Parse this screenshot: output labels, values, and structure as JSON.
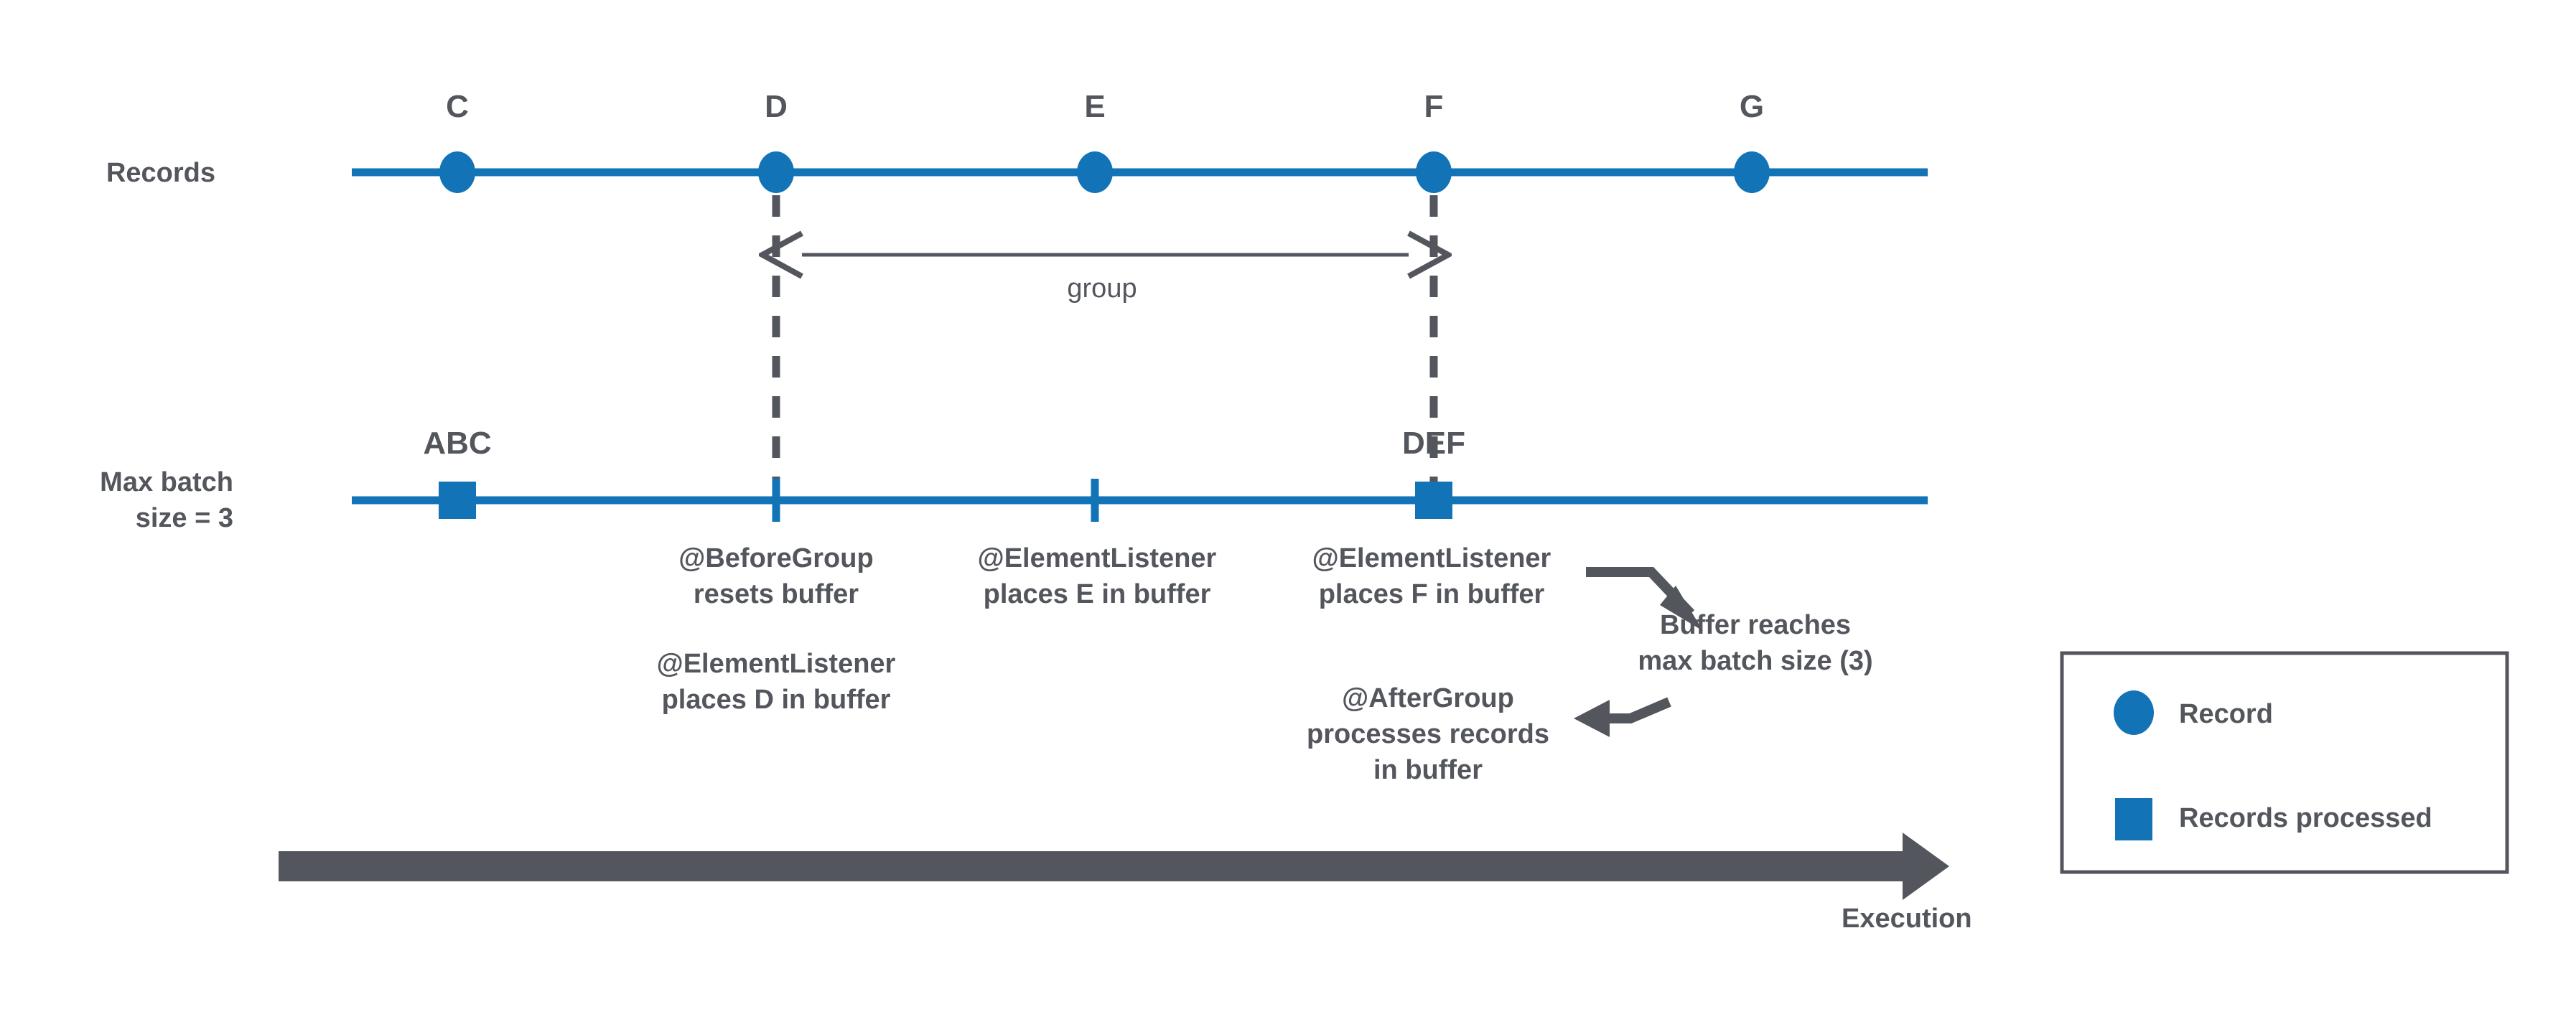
{
  "diagram": {
    "title": "Spring Batch grouping with max batch size",
    "accent_blue": "#1274b6",
    "gray": "#53565c",
    "rows": [
      {
        "id": "records",
        "label": "Records",
        "markers": [
          {
            "id": "c",
            "label": "C",
            "type": "circle"
          },
          {
            "id": "d",
            "label": "D",
            "type": "circle"
          },
          {
            "id": "e",
            "label": "E",
            "type": "circle"
          },
          {
            "id": "f",
            "label": "F",
            "type": "circle"
          },
          {
            "id": "g",
            "label": "G",
            "type": "circle"
          }
        ]
      },
      {
        "id": "batch",
        "label_line1": "Max batch",
        "label_line2": "size = 3",
        "markers": [
          {
            "id": "abc",
            "label": "ABC",
            "type": "square"
          },
          {
            "id": "tick-d",
            "label": "",
            "type": "tick"
          },
          {
            "id": "tick-e",
            "label": "",
            "type": "tick"
          },
          {
            "id": "def",
            "label": "DEF",
            "type": "square"
          }
        ]
      }
    ],
    "group_bracket": {
      "label": "group"
    },
    "annotations": [
      {
        "id": "before-group",
        "lines": [
          "@BeforeGroup",
          "resets buffer"
        ]
      },
      {
        "id": "element-listener-d",
        "lines": [
          "@ElementListener",
          "places D in buffer"
        ]
      },
      {
        "id": "element-listener-e",
        "lines": [
          "@ElementListener",
          "places E in buffer"
        ]
      },
      {
        "id": "element-listener-f",
        "lines": [
          "@ElementListener",
          "places F in buffer"
        ]
      },
      {
        "id": "buffer-reaches",
        "lines": [
          "Buffer reaches",
          "max batch size (3)"
        ]
      },
      {
        "id": "after-group",
        "lines": [
          "@AfterGroup",
          "processes records",
          "in buffer"
        ]
      }
    ],
    "execution_axis": {
      "label": "Execution"
    },
    "legend": {
      "items": [
        {
          "id": "record",
          "label": "Record",
          "shape": "circle"
        },
        {
          "id": "records-processed",
          "label": "Records processed",
          "shape": "square"
        }
      ]
    }
  }
}
